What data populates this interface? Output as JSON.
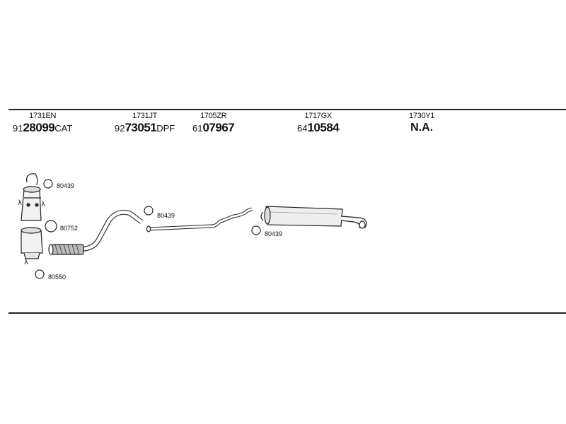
{
  "parts": [
    {
      "code": "1731EN",
      "prefix": "91",
      "main": "28099",
      "suffix": "CAT"
    },
    {
      "code": "1731JT",
      "prefix": "92",
      "main": "73051",
      "suffix": "DPF"
    },
    {
      "code": "1705ZR",
      "prefix": "61",
      "main": "07967",
      "suffix": ""
    },
    {
      "code": "1717GX",
      "prefix": "64",
      "main": "10584",
      "suffix": ""
    },
    {
      "code": "1730Y1",
      "na": "N.A."
    }
  ],
  "clamp_labels": {
    "c1": "80439",
    "c2": "80752",
    "c3": "80550",
    "c4": "80439",
    "c5": "80439"
  },
  "lambda_symbol": "λ"
}
